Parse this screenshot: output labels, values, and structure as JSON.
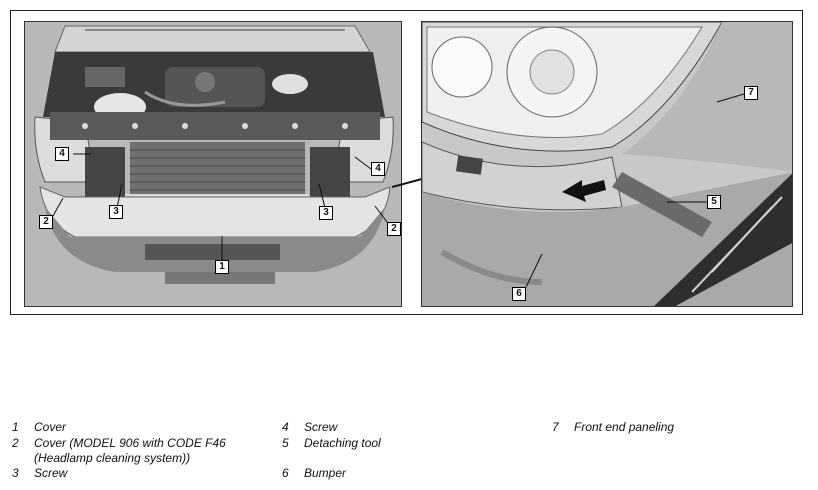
{
  "figure": {
    "left_photo": {
      "callouts": [
        "4",
        "4",
        "3",
        "3",
        "2",
        "2",
        "1"
      ]
    },
    "right_photo": {
      "callouts": [
        "7",
        "5",
        "6"
      ]
    }
  },
  "legend": {
    "items": [
      {
        "num": "1",
        "text": "Cover"
      },
      {
        "num": "2",
        "text": "Cover (MODEL 906 with CODE F46\n(Headlamp cleaning system))"
      },
      {
        "num": "3",
        "text": "Screw"
      },
      {
        "num": "4",
        "text": "Screw"
      },
      {
        "num": "5",
        "text": "Detaching tool"
      },
      {
        "num": "6",
        "text": "Bumper"
      },
      {
        "num": "7",
        "text": "Front end paneling"
      }
    ]
  }
}
